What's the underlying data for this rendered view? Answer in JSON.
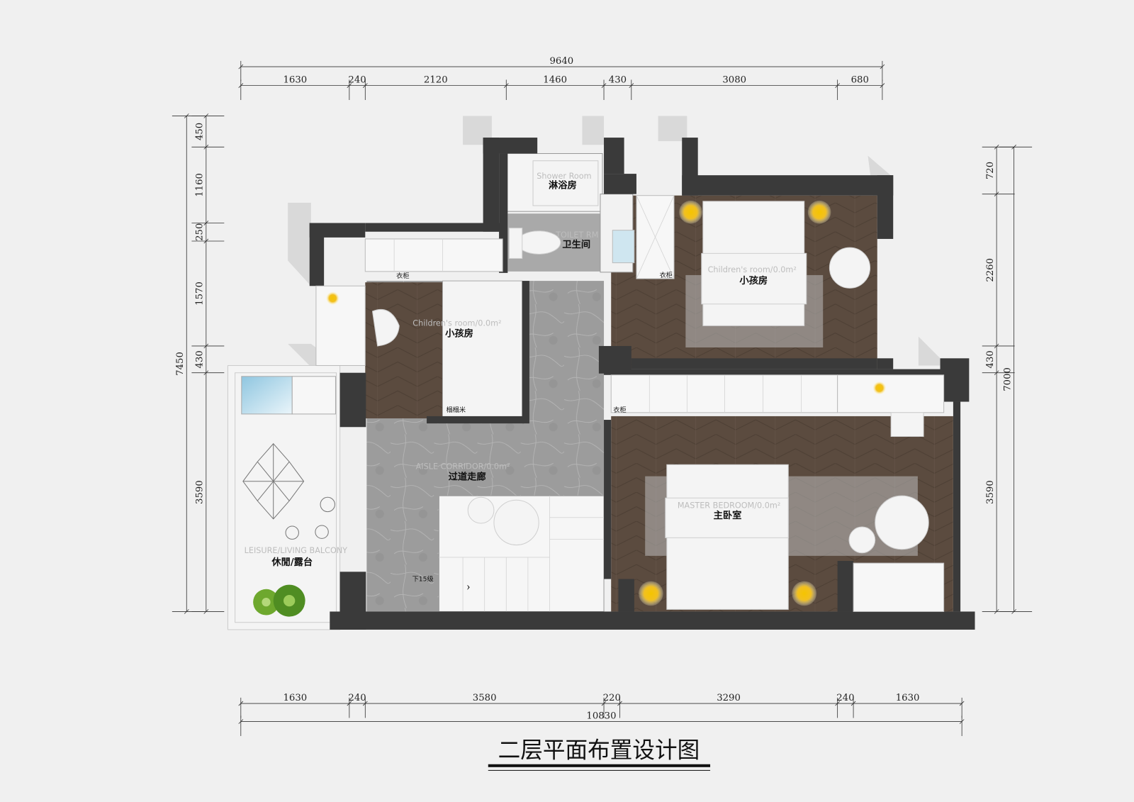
{
  "title": "二层平面布置设计图",
  "dimensions": {
    "top_total": "9640",
    "top_segments": [
      "1630",
      "240",
      "2120",
      "1460",
      "430",
      "3080",
      "680"
    ],
    "bottom_total": "10830",
    "bottom_segments": [
      "1630",
      "240",
      "3580",
      "220",
      "3290",
      "240",
      "1630"
    ],
    "left_total": "7450",
    "left_segments": [
      "450",
      "1160",
      "250",
      "1570",
      "430",
      "3590"
    ],
    "right_total": "7000",
    "right_segments": [
      "720",
      "2260",
      "430",
      "3590"
    ]
  },
  "rooms": {
    "shower": {
      "en": "Shower Room",
      "cn": "淋浴房"
    },
    "toilet": {
      "en": "TOILET RM",
      "cn": "卫生间"
    },
    "children_right": {
      "en": "Children's room/0.0m²",
      "cn": "小孩房"
    },
    "children_left": {
      "en": "Children's room/0.0m²",
      "cn": "小孩房"
    },
    "corridor": {
      "en": "AISLE CORRIDOR/0.0m²",
      "cn": "过道走廊"
    },
    "master": {
      "en": "MASTER BEDROOM/0.0m²",
      "cn": "主卧室"
    },
    "balcony": {
      "en": "LEISURE/LIVING BALCONY",
      "cn": "休閒/露台"
    }
  },
  "annotations": {
    "wardrobe": "衣柜",
    "tatami": "榻榻米",
    "stairs_down": "下15级"
  },
  "colors": {
    "wall": "#3a3a3a",
    "wood_floor": "#5b4b3f",
    "marble_floor": "#9c9c9c",
    "lamp": "#f0b800"
  }
}
